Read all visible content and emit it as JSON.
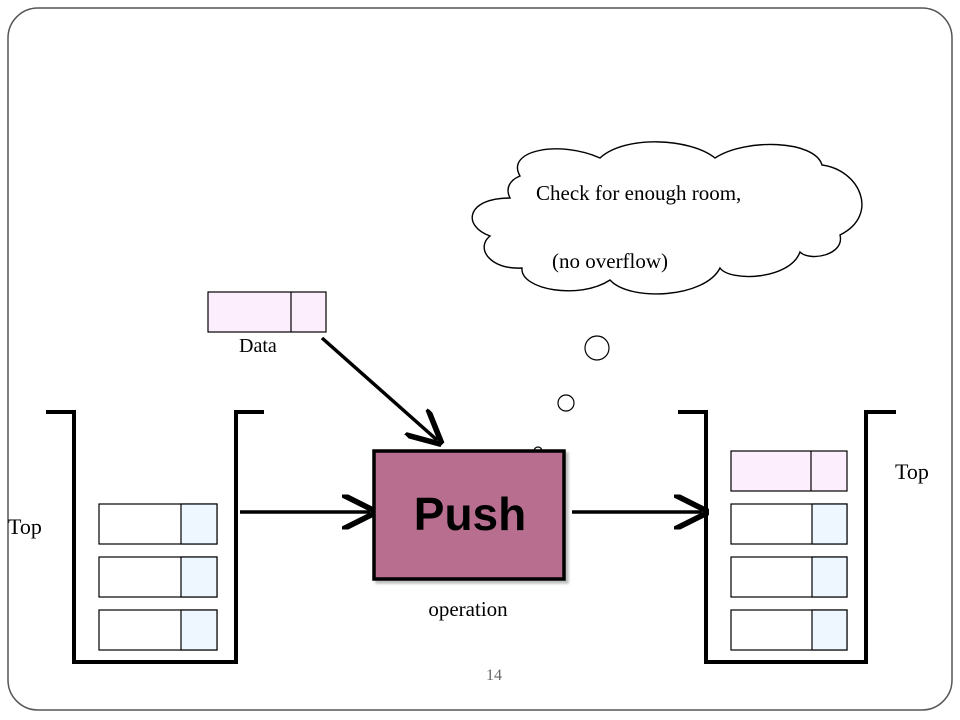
{
  "cloud": {
    "line1": "Check for enough room,",
    "line2": "(no overflow)"
  },
  "data_label": "Data",
  "operation": {
    "name": "Push",
    "caption": "operation"
  },
  "left_stack": {
    "top_label": "Top",
    "item_count": 3
  },
  "right_stack": {
    "top_label": "Top",
    "item_count": 4
  },
  "page_number": "14",
  "colors": {
    "push_box": "#b76e8f",
    "new_item": "#fdeefd",
    "old_item_cell": "#eef6ff",
    "stroke": "#000000",
    "slide_border": "#555555"
  }
}
